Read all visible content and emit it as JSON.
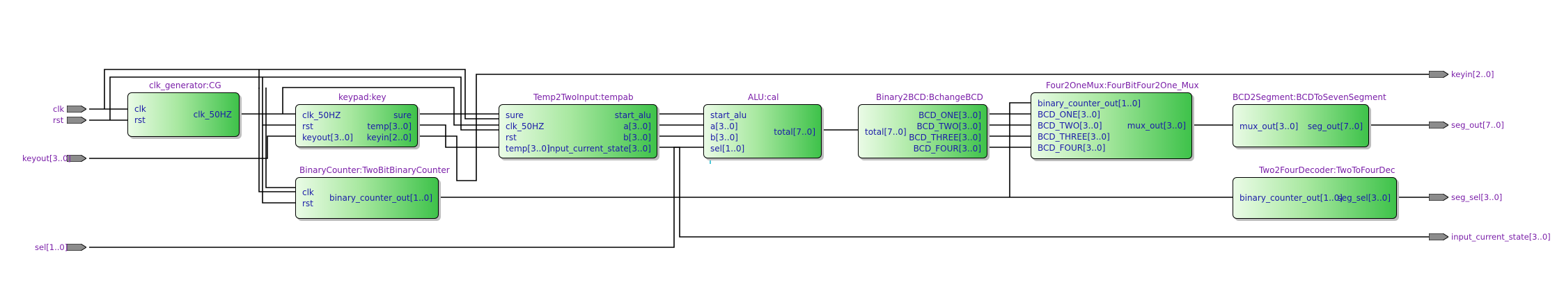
{
  "colors": {
    "block_title": "#7a1ea8",
    "port_text": "#1a1aa8",
    "wire": "#000000",
    "pin_fill": "#8c8c8c",
    "block_light": "#eafbe6",
    "block_dark": "#3ec24a"
  },
  "inputs": {
    "clk": "clk",
    "rst": "rst",
    "keyout": "keyout[3..0]",
    "sel": "sel[1..0]"
  },
  "outputs": {
    "keyin": "keyin[2..0]",
    "seg_out": "seg_out[7..0]",
    "seg_sel": "seg_sel[3..0]",
    "input_current_state": "input_current_state[3..0]"
  },
  "blocks": {
    "cg": {
      "title": "clk_generator:CG",
      "in": [
        "clk",
        "rst"
      ],
      "out": [
        "clk_50HZ"
      ]
    },
    "key": {
      "title": "keypad:key",
      "in": [
        "clk_50HZ",
        "rst",
        "keyout[3..0]"
      ],
      "out": [
        "sure",
        "temp[3..0]",
        "keyin[2..0]"
      ]
    },
    "tbc": {
      "title": "BinaryCounter:TwoBitBinaryCounter",
      "in": [
        "clk",
        "rst"
      ],
      "out": [
        "binary_counter_out[1..0]"
      ]
    },
    "tempab": {
      "title": "Temp2TwoInput:tempab",
      "in": [
        "sure",
        "clk_50HZ",
        "rst",
        "temp[3..0]"
      ],
      "out": [
        "start_alu",
        "a[3..0]",
        "b[3..0]",
        "input_current_state[3..0]"
      ]
    },
    "alu": {
      "title": "ALU:cal",
      "in": [
        "start_alu",
        "a[3..0]",
        "b[3..0]",
        "sel[1..0]"
      ],
      "out": [
        "total[7..0]"
      ]
    },
    "bcd": {
      "title": "Binary2BCD:BchangeBCD",
      "in": [
        "total[7..0]"
      ],
      "out": [
        "BCD_ONE[3..0]",
        "BCD_TWO[3..0]",
        "BCD_THREE[3..0]",
        "BCD_FOUR[3..0]"
      ]
    },
    "mux": {
      "title": "Four2OneMux:FourBitFour2One_Mux",
      "in": [
        "binary_counter_out[1..0]",
        "BCD_ONE[3..0]",
        "BCD_TWO[3..0]",
        "BCD_THREE[3..0]",
        "BCD_FOUR[3..0]"
      ],
      "out": [
        "mux_out[3..0]"
      ]
    },
    "seg": {
      "title": "BCD2Segment:BCDToSevenSegment",
      "in": [
        "mux_out[3..0]"
      ],
      "out": [
        "seg_out[7..0]"
      ]
    },
    "dec": {
      "title": "Two2FourDecoder:TwoToFourDec",
      "in": [
        "binary_counter_out[1..0]"
      ],
      "out": [
        "seg_sel[3..0]"
      ]
    }
  }
}
